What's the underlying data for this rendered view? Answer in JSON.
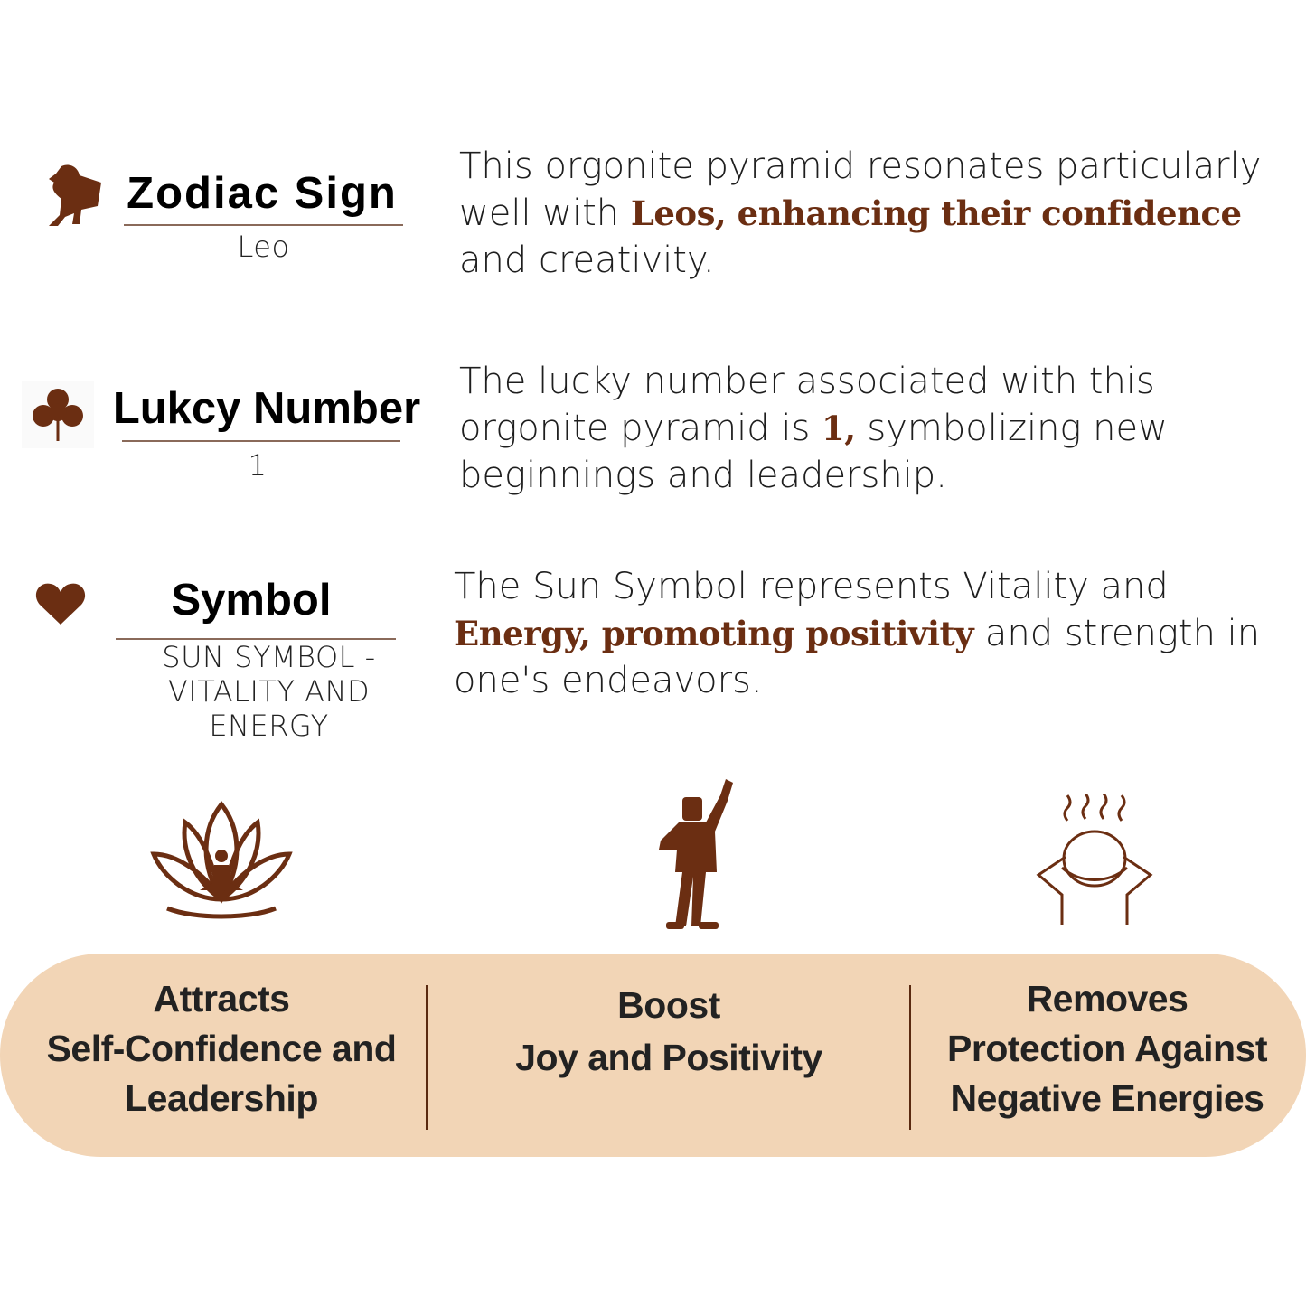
{
  "colors": {
    "accent": "#6b2e12",
    "pill": "#f2d5b6",
    "text": "#1e1e1e"
  },
  "rows": [
    {
      "icon": "lion-icon",
      "heading": "Zodiac Sign",
      "value": "Leo",
      "desc": [
        {
          "t": "This orgonite pyramid resonates particularly well with "
        },
        {
          "t": "Leos, enhancing their confidence",
          "b": true
        },
        {
          "t": " and creativity."
        }
      ]
    },
    {
      "icon": "clover-icon",
      "heading": "Lukcy Number",
      "value": "1",
      "desc": [
        {
          "t": "The lucky number associated with this orgonite pyramid is "
        },
        {
          "t": "1,",
          "b": true
        },
        {
          "t": " symbolizing new beginnings and leadership."
        }
      ]
    },
    {
      "icon": "heart-icon",
      "heading": "Symbol",
      "value": "SUN SYMBOL - VITALITY AND ENERGY",
      "desc": [
        {
          "t": "The Sun Symbol represents Vitality and "
        },
        {
          "t": "Energy, promoting positivity",
          "b": true
        },
        {
          "t": " and strength in one's endeavors."
        }
      ]
    }
  ],
  "benefits": [
    {
      "icon": "lotus-meditation-icon",
      "lines": [
        "Attracts",
        "Self-Confidence and",
        "Leadership"
      ]
    },
    {
      "icon": "raised-fist-person-icon",
      "lines": [
        "Boost",
        "Joy and Positivity"
      ]
    },
    {
      "icon": "stress-relief-head-icon",
      "lines": [
        "Removes",
        "Protection Against",
        "Negative Energies"
      ]
    }
  ]
}
